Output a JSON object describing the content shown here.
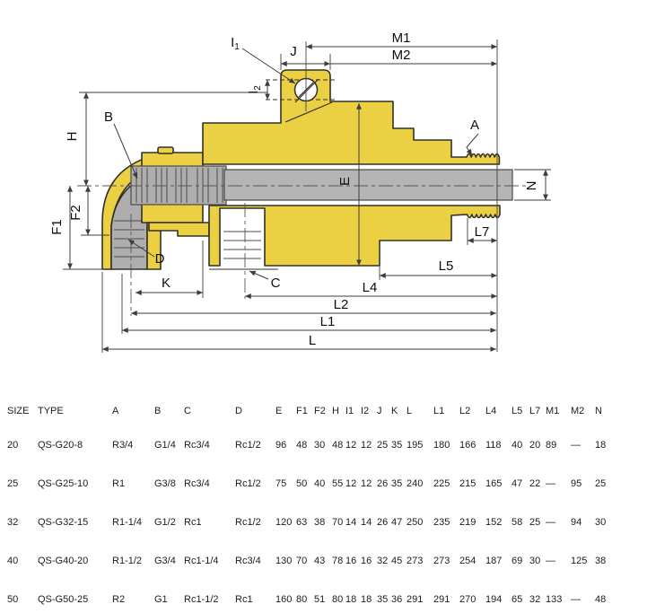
{
  "colors": {
    "body_yellow": "#ecd043",
    "shaft_gray": "#b5b5b5",
    "spline_gray": "#aeaeae",
    "outline": "#33302a"
  },
  "diagram": {
    "labels": {
      "m1": "M1",
      "m2": "M2",
      "j": "J",
      "i1_base": "I",
      "i1_sub": "1",
      "i2_base": "I",
      "i2_sub": "2",
      "a": "A",
      "b": "B",
      "h": "H",
      "e": "E",
      "n": "N",
      "f1": "F1",
      "f2": "F2",
      "d": "D",
      "k": "K",
      "c": "C",
      "l7": "L7",
      "l5": "L5",
      "l4": "L4",
      "l2": "L2",
      "l1": "L1",
      "l": "L"
    }
  },
  "table": {
    "columns": [
      "SIZE",
      "TYPE",
      "A",
      "B",
      "C",
      "D",
      "E",
      "F1",
      "F2",
      "H",
      "I1",
      "I2",
      "J",
      "K",
      "L",
      "L1",
      "L2",
      "L4",
      "L5",
      "L7",
      "M1",
      "M2",
      "N"
    ],
    "rows": [
      [
        "20",
        "QS-G20-8",
        "R3/4",
        "G1/4",
        "Rc3/4",
        "Rc1/2",
        "96",
        "48",
        "30",
        "48",
        "12",
        "12",
        "25",
        "35",
        "195",
        "180",
        "166",
        "118",
        "40",
        "20",
        "89",
        "—",
        "18"
      ],
      [
        "25",
        "QS-G25-10",
        "R1",
        "G3/8",
        "Rc3/4",
        "Rc1/2",
        "75",
        "50",
        "40",
        "55",
        "12",
        "12",
        "26",
        "35",
        "240",
        "225",
        "215",
        "165",
        "47",
        "22",
        "—",
        "95",
        "25"
      ],
      [
        "32",
        "QS-G32-15",
        "R1-1/4",
        "G1/2",
        "Rc1",
        "Rc1/2",
        "120",
        "63",
        "38",
        "70",
        "14",
        "14",
        "26",
        "47",
        "250",
        "235",
        "219",
        "152",
        "58",
        "25",
        "—",
        "94",
        "30"
      ],
      [
        "40",
        "QS-G40-20",
        "R1-1/2",
        "G3/4",
        "Rc1-1/4",
        "Rc3/4",
        "130",
        "70",
        "43",
        "78",
        "16",
        "16",
        "32",
        "45",
        "273",
        "273",
        "254",
        "187",
        "69",
        "30",
        "—",
        "125",
        "38"
      ],
      [
        "50",
        "QS-G50-25",
        "R2",
        "G1",
        "Rc1-1/2",
        "Rc1",
        "160",
        "80",
        "51",
        "80",
        "18",
        "18",
        "35",
        "36",
        "291",
        "291",
        "270",
        "194",
        "65",
        "32",
        "133",
        "—",
        "48"
      ]
    ]
  },
  "chart_data": {
    "type": "table",
    "title": "Rotary joint dimension table",
    "categories": [
      "SIZE",
      "TYPE",
      "A",
      "B",
      "C",
      "D",
      "E",
      "F1",
      "F2",
      "H",
      "I1",
      "I2",
      "J",
      "K",
      "L",
      "L1",
      "L2",
      "L4",
      "L5",
      "L7",
      "M1",
      "M2",
      "N"
    ],
    "series": [
      {
        "name": "QS-G20-8",
        "values": [
          "20",
          "R3/4",
          "G1/4",
          "Rc3/4",
          "Rc1/2",
          96,
          48,
          30,
          48,
          12,
          12,
          25,
          35,
          195,
          180,
          166,
          118,
          40,
          20,
          89,
          null,
          18
        ]
      },
      {
        "name": "QS-G25-10",
        "values": [
          "25",
          "R1",
          "G3/8",
          "Rc3/4",
          "Rc1/2",
          75,
          50,
          40,
          55,
          12,
          12,
          26,
          35,
          240,
          225,
          215,
          165,
          47,
          22,
          null,
          95,
          25
        ]
      },
      {
        "name": "QS-G32-15",
        "values": [
          "32",
          "R1-1/4",
          "G1/2",
          "Rc1",
          "Rc1/2",
          120,
          63,
          38,
          70,
          14,
          14,
          26,
          47,
          250,
          235,
          219,
          152,
          58,
          25,
          null,
          94,
          30
        ]
      },
      {
        "name": "QS-G40-20",
        "values": [
          "40",
          "R1-1/2",
          "G3/4",
          "Rc1-1/4",
          "Rc3/4",
          130,
          70,
          43,
          78,
          16,
          16,
          32,
          45,
          273,
          273,
          254,
          187,
          69,
          30,
          null,
          125,
          38
        ]
      },
      {
        "name": "QS-G50-25",
        "values": [
          "50",
          "R2",
          "G1",
          "Rc1-1/2",
          "Rc1",
          160,
          80,
          51,
          80,
          18,
          18,
          35,
          36,
          291,
          291,
          270,
          194,
          65,
          32,
          133,
          null,
          48
        ]
      }
    ]
  }
}
